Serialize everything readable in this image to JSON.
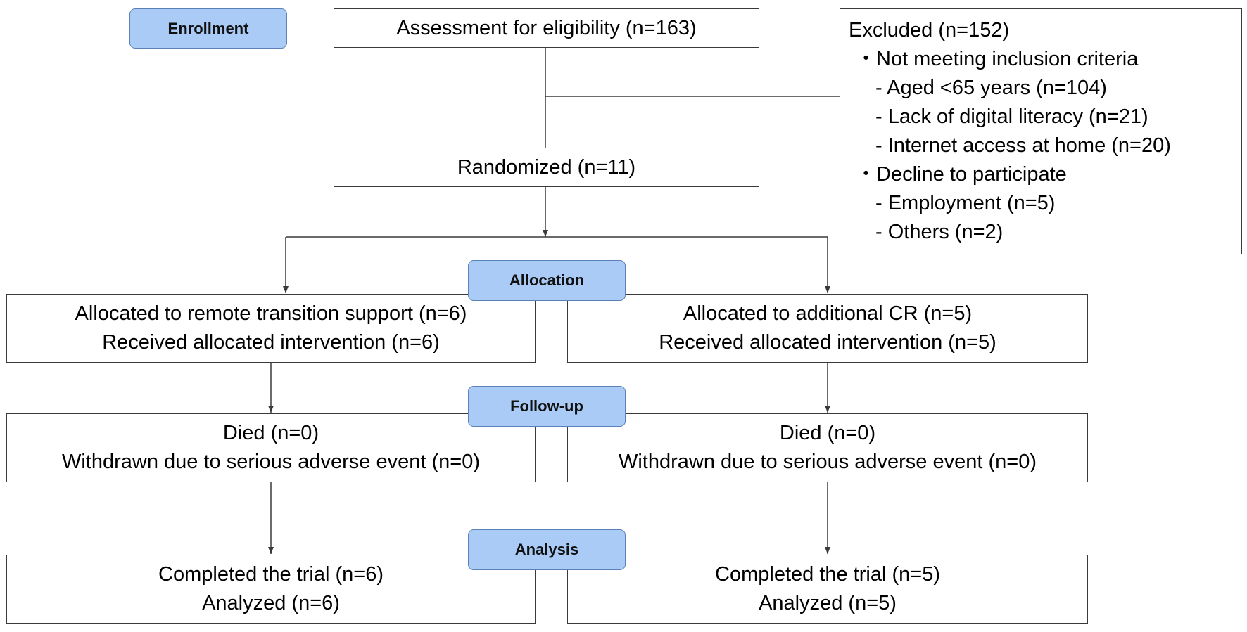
{
  "stages": {
    "enrollment": "Enrollment",
    "allocation": "Allocation",
    "follow_up": "Follow-up",
    "analysis": "Analysis"
  },
  "assessment": "Assessment for eligibility  (n=163)",
  "randomized": "Randomized (n=11)",
  "excluded": {
    "title": "Excluded (n=152)",
    "not_meeting": "・Not meeting inclusion criteria",
    "aged": "- Aged <65 years (n=104)",
    "digital": "- Lack of digital literacy  (n=21)",
    "internet": "- Internet access at home (n=20)",
    "decline": "・Decline to participate",
    "employment": "- Employment (n=5)",
    "others": "- Others (n=2)"
  },
  "left_arm": {
    "allocated": "Allocated to remote transition support (n=6)",
    "received": "Received allocated intervention (n=6)",
    "died": "Died (n=0)",
    "withdrawn": "Withdrawn due to serious adverse event (n=0)",
    "completed": "Completed the trial (n=6)",
    "analyzed": "Analyzed (n=6)"
  },
  "right_arm": {
    "allocated": "Allocated to additional CR (n=5)",
    "received": "Received allocated intervention (n=5)",
    "died": "Died (n=0)",
    "withdrawn": "Withdrawn due to serious adverse event (n=0)",
    "completed": "Completed the trial (n=5)",
    "analyzed": "Analyzed (n=5)"
  }
}
